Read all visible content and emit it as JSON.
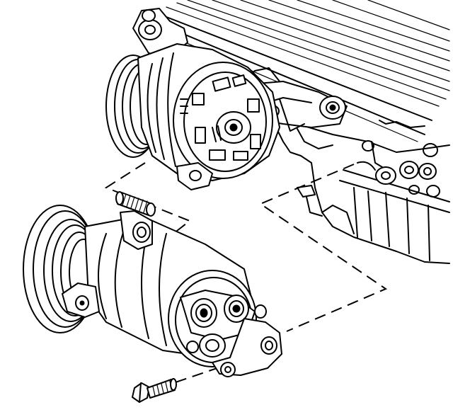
{
  "figure": {
    "components": [
      "engine-block",
      "alternator",
      "mounting-bracket",
      "spacer-sleeve",
      "ac-compressor",
      "mounting-bolt"
    ],
    "line_color": "#000000",
    "background": "#ffffff"
  }
}
